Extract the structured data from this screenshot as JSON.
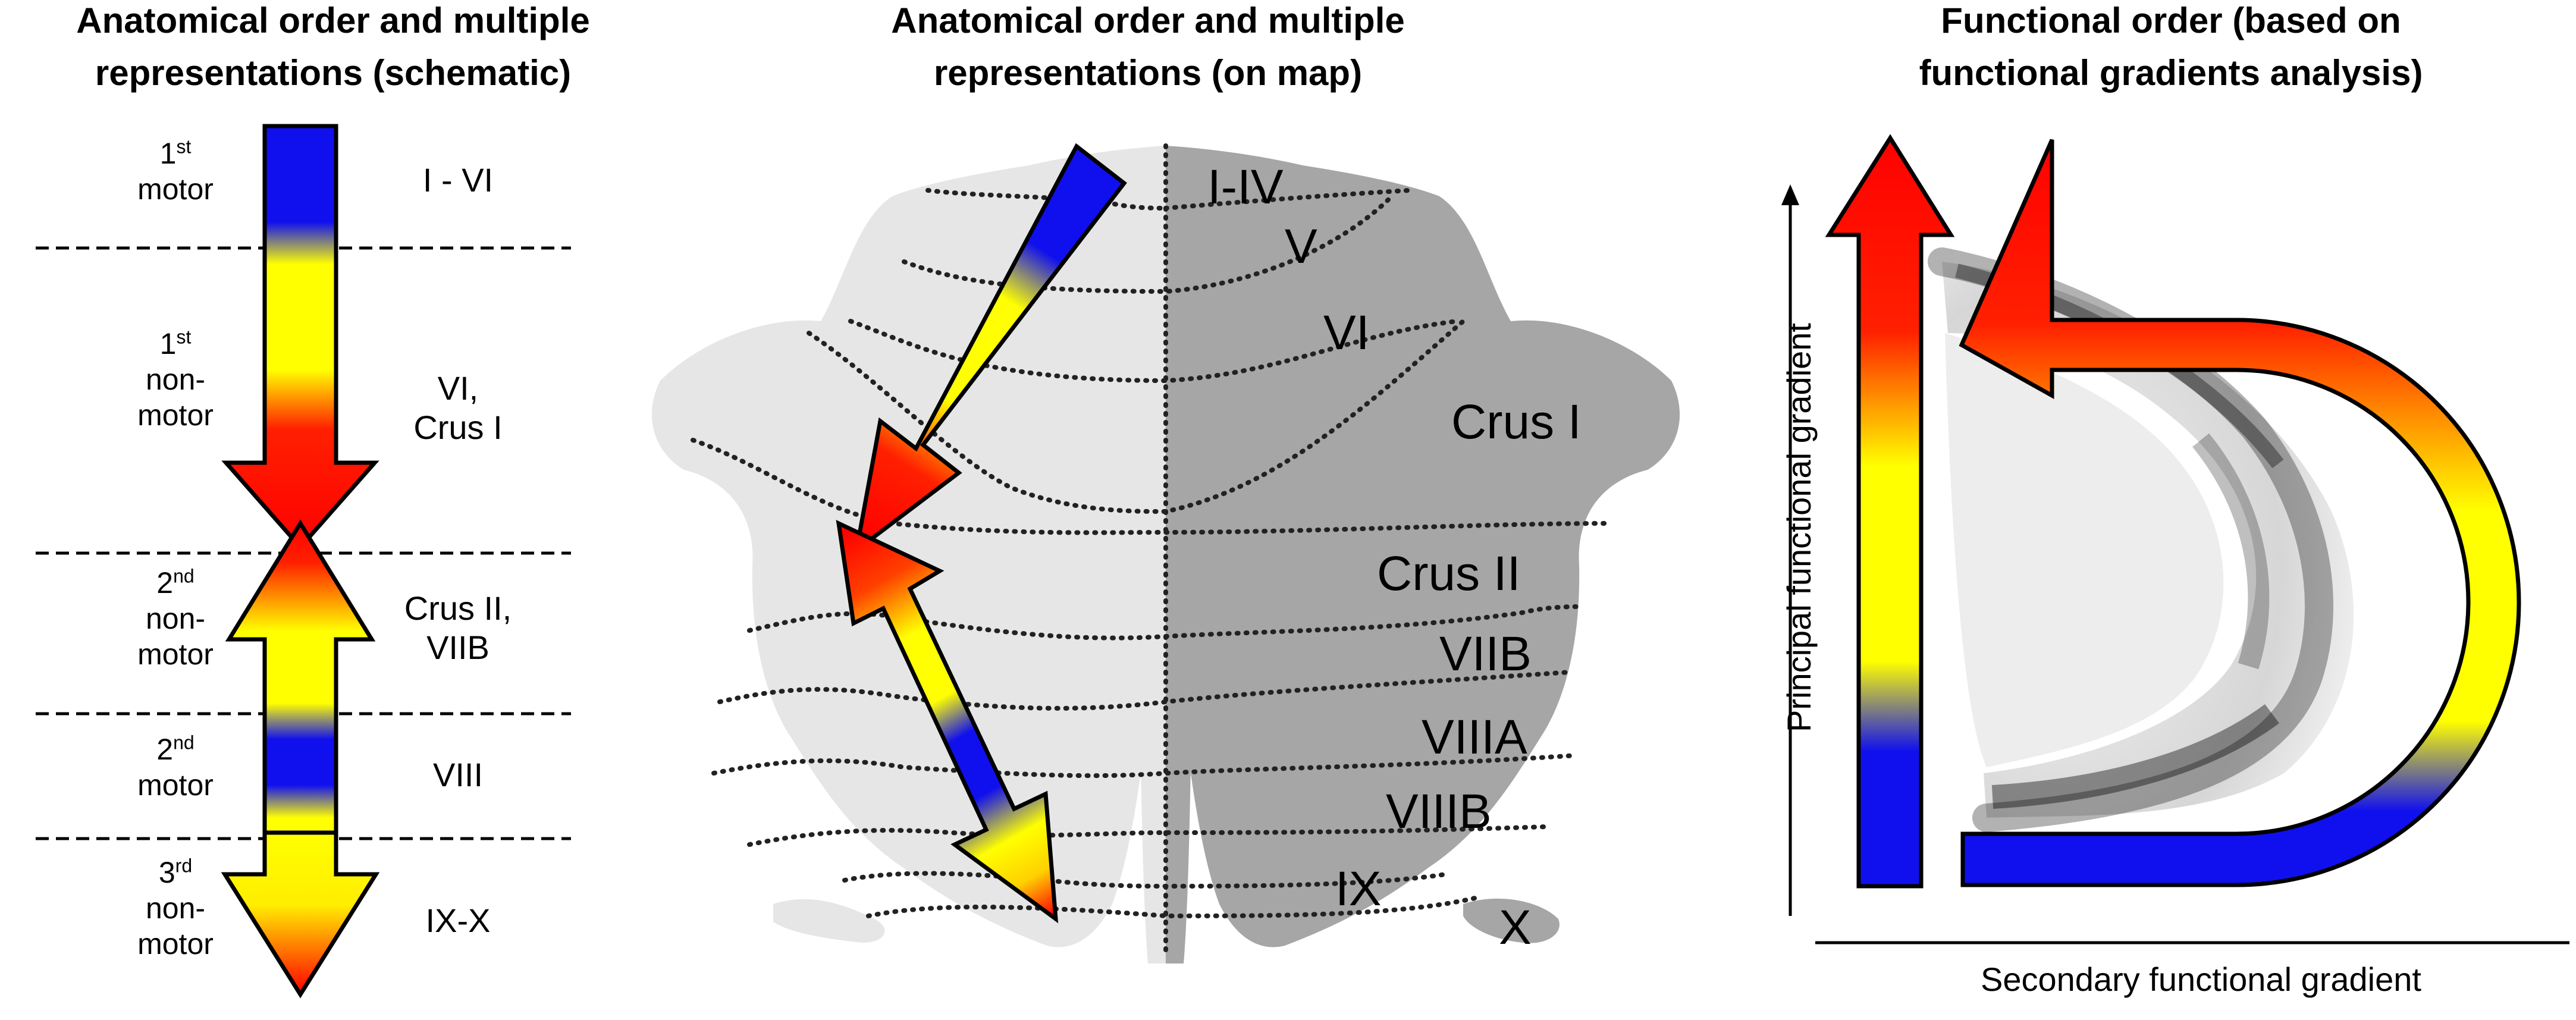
{
  "panels": {
    "schematic": {
      "title_line1": "Anatomical order and multiple",
      "title_line2": "representations (schematic)",
      "rows": [
        {
          "ord": "1",
          "sup": "st",
          "kind": "motor",
          "region": "I - VI"
        },
        {
          "ord": "1",
          "sup": "st",
          "kind_line1": "non-",
          "kind_line2": "motor",
          "region_line1": "VI,",
          "region_line2": "Crus I"
        },
        {
          "ord": "2",
          "sup": "nd",
          "kind_line1": "non-",
          "kind_line2": "motor",
          "region_line1": "Crus II,",
          "region_line2": "VIIB"
        },
        {
          "ord": "2",
          "sup": "nd",
          "kind": "motor",
          "region": "VIII"
        },
        {
          "ord": "3",
          "sup": "rd",
          "kind_line1": "non-",
          "kind_line2": "motor",
          "region": "IX-X"
        }
      ]
    },
    "map": {
      "title_line1": "Anatomical order and multiple",
      "title_line2": "representations (on map)",
      "labels": [
        "I-IV",
        "V",
        "VI",
        "Crus I",
        "Crus II",
        "VIIB",
        "VIIIA",
        "VIIIB",
        "IX",
        "X"
      ]
    },
    "functional": {
      "title_line1": "Functional order (based on",
      "title_line2": "functional gradients analysis)",
      "ylabel": "Principal functional gradient",
      "xlabel": "Secondary functional gradient"
    }
  },
  "colors": {
    "motor": "#1010ee",
    "nonmotor_peak": "#ffff00",
    "transition": "#ff0000",
    "map_light": "#e6e6e6",
    "map_dark": "#a6a6a6"
  }
}
